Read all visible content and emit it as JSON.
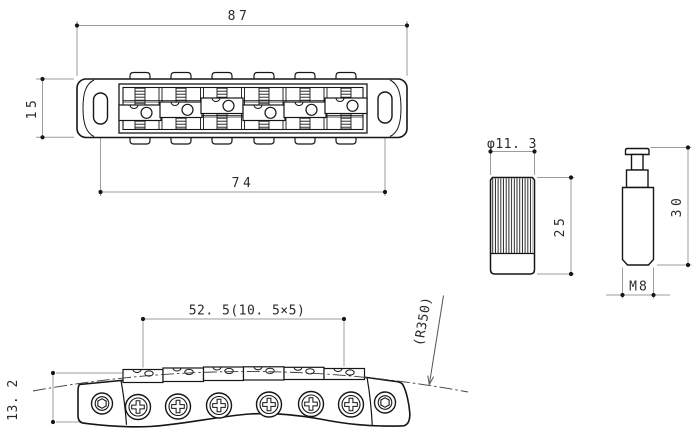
{
  "dimensions": {
    "top_view": {
      "width": "87",
      "depth": "15",
      "post_spacing": "74"
    },
    "bushing": {
      "diameter": "φ11. 3",
      "length": "25"
    },
    "stud": {
      "length": "30",
      "thread": "M8"
    },
    "side_view": {
      "saddle_span": "52. 5(10. 5×5)",
      "height": "13. 2",
      "top_radius": "(R350)"
    }
  }
}
